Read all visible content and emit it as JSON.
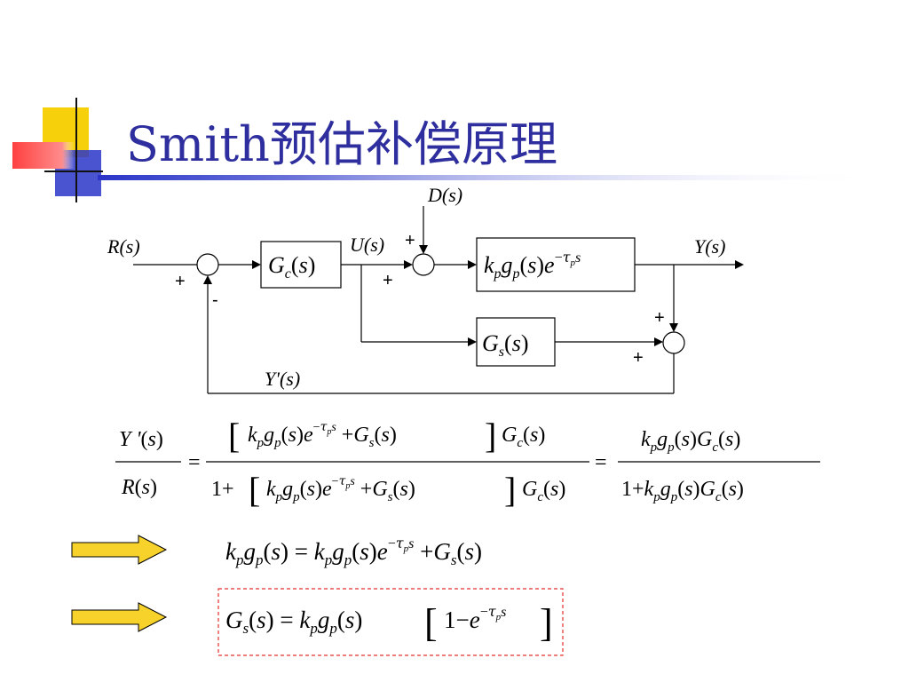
{
  "slide": {
    "title": "Smith预估补偿原理",
    "accent_colors": {
      "title": "#2e2e9e",
      "yellow": "#f6d10b",
      "red": "#ff5a5a",
      "blue": "#2a35c8",
      "arrow": "#f6d22a",
      "dashed_box": "#e53030"
    }
  },
  "block_diagram": {
    "labels": {
      "reference": "R(s)",
      "disturbance": "D(s)",
      "control": "U(s)",
      "output": "Y(s)",
      "feedback": "Y'(s)"
    },
    "signs": {
      "sum1_ref": "+",
      "sum1_fb": "-",
      "sum2_u": "+",
      "sum2_d": "+",
      "sum3_y": "+",
      "sum3_gs": "+"
    },
    "blocks": {
      "controller": "Gc(s)",
      "plant": "kp gp(s) e^(−τp s)",
      "predictor": "Gs(s)"
    }
  },
  "equations": {
    "closed_loop": "Y'(s)/R(s) = [kp gp(s)e^(−τp s) + Gs(s)]Gc(s) / (1 + [kp gp(s)e^(−τp s) + Gs(s)]Gc(s)) = kp gp(s)Gc(s) / (1 + kp gp(s)Gc(s))",
    "condition": "kp gp(s) = kp gp(s)e^(−τp s) + Gs(s)",
    "result": "Gs(s) = kp gp(s)[1 − e^(−τp s)]"
  }
}
